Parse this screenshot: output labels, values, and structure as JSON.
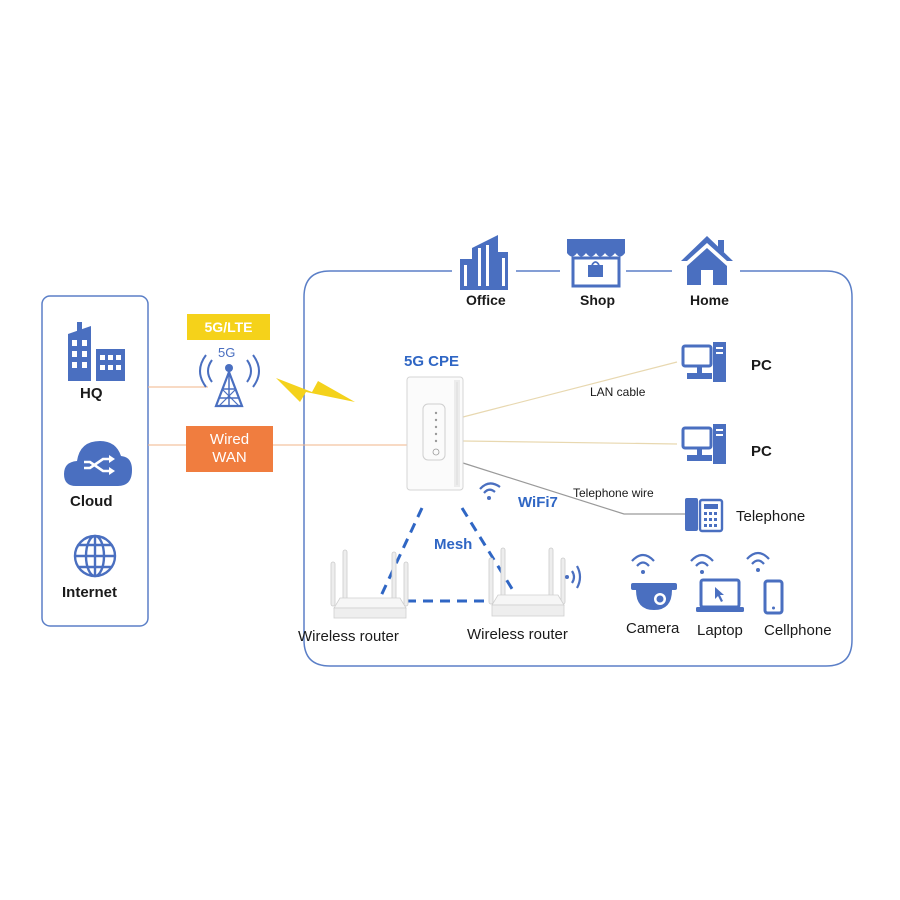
{
  "colors": {
    "icon": "#4a6fc0",
    "frame": "#5b7fc7",
    "label_blue": "#2f66c4",
    "badge_yellow": "#f5d21a",
    "badge_orange": "#f07d3f",
    "line_tan": "#e8d8b0",
    "line_orange": "#f2b58a",
    "line_gray": "#9a9a9a",
    "bolt": "#f4d21c"
  },
  "left_panel": {
    "hq_label": "HQ",
    "cloud_label": "Cloud",
    "internet_label": "Internet"
  },
  "links": {
    "lte_badge": "5G/LTE",
    "tower_label": "5G",
    "wired_wan_line1": "Wired",
    "wired_wan_line2": "WAN"
  },
  "top_row": {
    "office_label": "Office",
    "shop_label": "Shop",
    "home_label": "Home"
  },
  "cpe": {
    "title": "5G CPE",
    "wifi_label": "WiFi7",
    "mesh_label": "Mesh"
  },
  "connections": {
    "lan_cable": "LAN cable",
    "telephone_wire": "Telephone wire"
  },
  "devices": {
    "pc1_label": "PC",
    "pc2_label": "PC",
    "telephone_label": "Telephone",
    "router1_label": "Wireless router",
    "router2_label": "Wireless router",
    "camera_label": "Camera",
    "laptop_label": "Laptop",
    "cellphone_label": "Cellphone"
  }
}
